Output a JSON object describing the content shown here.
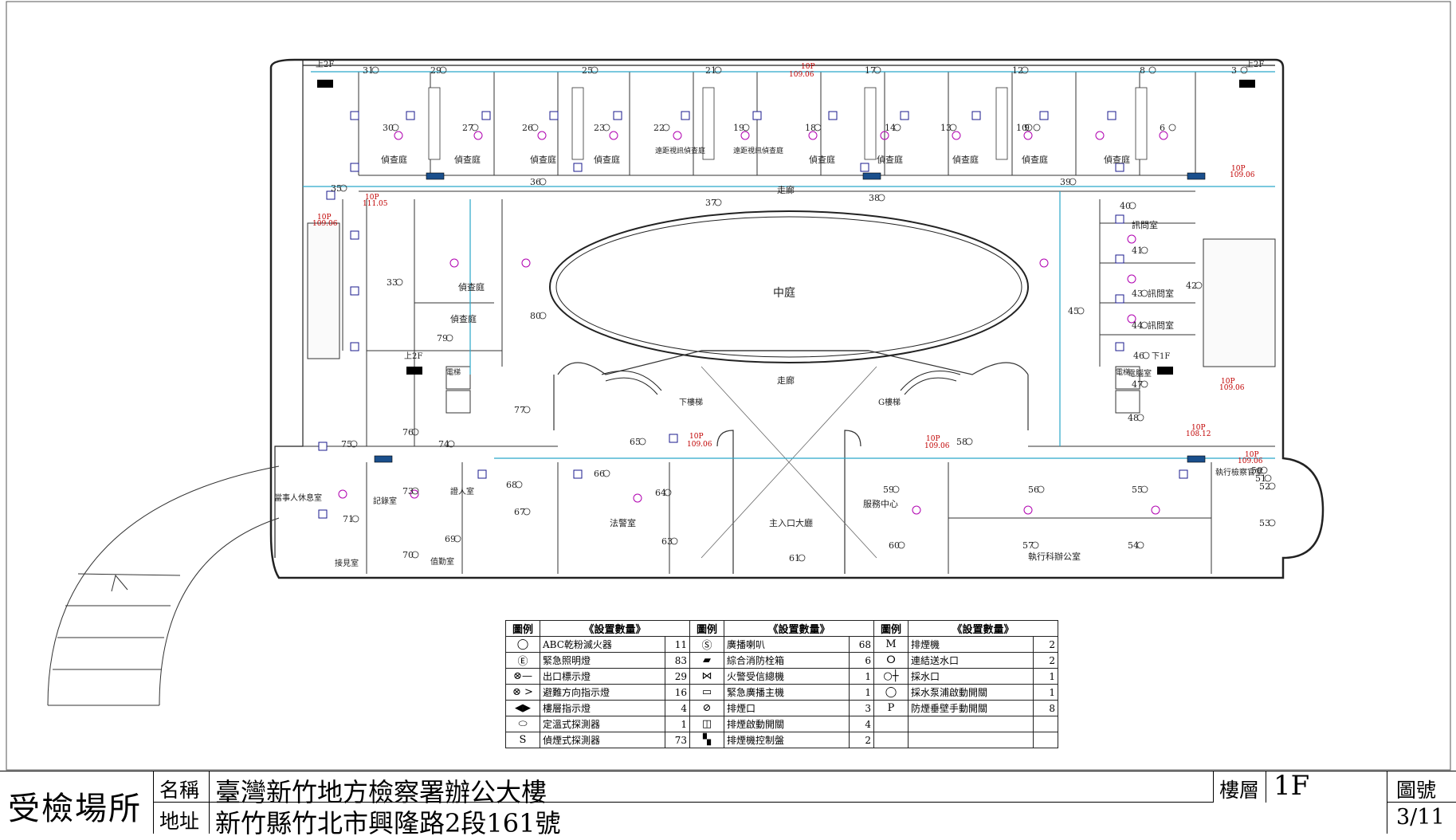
{
  "plan": {
    "rooms": {
      "investigation": "偵查庭",
      "video_investigation": "遠距視訊偵查庭",
      "corridor": "走廊",
      "courtyard": "中庭",
      "lobby": "走廊",
      "main_entrance": "主入口大廳",
      "police": "法警室",
      "service_center": "服務中心",
      "exec_office": "執行科辦公室",
      "exec_prosecutor": "執行檢察官室",
      "interrogation": "訊問室",
      "stair_down": "下樓梯",
      "stair_g": "G樓梯",
      "parties_rest": "當事人休息室",
      "records": "記錄室",
      "duty": "值勤室",
      "recept": "接見室",
      "witness_rest": "證人室",
      "computer_room": "電腦室",
      "floor_2f_left": "上2F",
      "floor_2f_right": "上2F",
      "floor_1f": "下1F",
      "elec": "電梯"
    },
    "tags": [
      "10P 109.06",
      "10P 111.05",
      "10P 108.12"
    ],
    "numbers": [
      "31",
      "29",
      "25",
      "21",
      "17",
      "12",
      "8",
      "3",
      "30",
      "27",
      "26",
      "23",
      "22",
      "19",
      "18",
      "14",
      "13",
      "10",
      "9",
      "6",
      "35",
      "36",
      "37",
      "38",
      "39",
      "40",
      "41",
      "42",
      "43",
      "44",
      "45",
      "46",
      "47",
      "48",
      "77",
      "76",
      "75",
      "74",
      "73",
      "71",
      "70",
      "69",
      "68",
      "67",
      "66",
      "65",
      "64",
      "63",
      "61",
      "60",
      "59",
      "58",
      "56",
      "55",
      "54",
      "53",
      "52",
      "51",
      "50",
      "33",
      "80",
      "79",
      "57"
    ]
  },
  "legend": {
    "headers": [
      "圖例",
      "《設置數量》",
      "圖例",
      "《設置數量》",
      "圖例",
      "《設置數量》"
    ],
    "col1": [
      {
        "icon": "extinguisher-icon",
        "name": "ABC乾粉滅火器",
        "qty": "11"
      },
      {
        "icon": "emergency-light-icon",
        "name": "緊急照明燈",
        "qty": "83"
      },
      {
        "icon": "exit-sign-icon",
        "name": "出口標示燈",
        "qty": "29"
      },
      {
        "icon": "evacuation-direction-icon",
        "name": "避難方向指示燈",
        "qty": "16"
      },
      {
        "icon": "floor-indicator-icon",
        "name": "樓層指示燈",
        "qty": "4"
      },
      {
        "icon": "heat-detector-icon",
        "name": "定溫式探測器",
        "qty": "1"
      },
      {
        "icon": "smoke-detector-icon",
        "name": "偵煙式探測器",
        "qty": "73"
      }
    ],
    "col2": [
      {
        "icon": "speaker-icon",
        "name": "廣播喇叭",
        "qty": "68"
      },
      {
        "icon": "fire-box-icon",
        "name": "綜合消防栓箱",
        "qty": "6"
      },
      {
        "icon": "fire-alarm-panel-icon",
        "name": "火警受信總機",
        "qty": "1"
      },
      {
        "icon": "broadcast-host-icon",
        "name": "緊急廣播主機",
        "qty": "1"
      },
      {
        "icon": "smoke-vent-icon",
        "name": "排煙口",
        "qty": "3"
      },
      {
        "icon": "smoke-vent-switch-icon",
        "name": "排煙啟動開關",
        "qty": "4"
      },
      {
        "icon": "smoke-fan-panel-icon",
        "name": "排煙機控制盤",
        "qty": "2"
      }
    ],
    "col3": [
      {
        "icon": "exhaust-fan-icon",
        "name": "排煙機",
        "qty": "2"
      },
      {
        "icon": "siamese-connection-icon",
        "name": "連結送水口",
        "qty": "2"
      },
      {
        "icon": "water-intake-icon",
        "name": "採水口",
        "qty": "1"
      },
      {
        "icon": "pump-switch-icon",
        "name": "採水泵浦啟動開關",
        "qty": "1"
      },
      {
        "icon": "smoke-curtain-switch-icon",
        "name": "防煙垂壁手動開關",
        "qty": "8"
      }
    ],
    "symbols": {
      "extinguisher": "◯",
      "emergency_light": "Ⓔ",
      "exit_sign": "⊗—",
      "evac_dir": "⊗ >",
      "floor_ind": "◀▶",
      "heat": "⬭",
      "smoke": "S",
      "speaker": "Ⓢ",
      "firebox": "▰",
      "panel": "⋈",
      "broadcast": "▭",
      "vent": "⊘",
      "vent_switch": "◫",
      "fan_panel": "▚",
      "fan": "M",
      "siamese": "ⵔ",
      "intake": "○┼",
      "pump": "◯",
      "curtain": "P"
    }
  },
  "titleblock": {
    "site_label": "受檢場所",
    "name_label": "名稱",
    "address_label": "地址",
    "name": "臺灣新竹地方檢察署辦公大樓",
    "address": "新竹縣竹北市興隆路2段161號",
    "floor_label": "樓層",
    "floor": "1F",
    "drawing_no_label": "圖號",
    "drawing_no": "3/11"
  },
  "colors": {
    "wall": "#222222",
    "smoke_detector": "#1a1a8c",
    "speaker": "#b000b0",
    "pipe": "#2aa7c9",
    "tag": "#c00000",
    "emergency": "#00a000"
  }
}
